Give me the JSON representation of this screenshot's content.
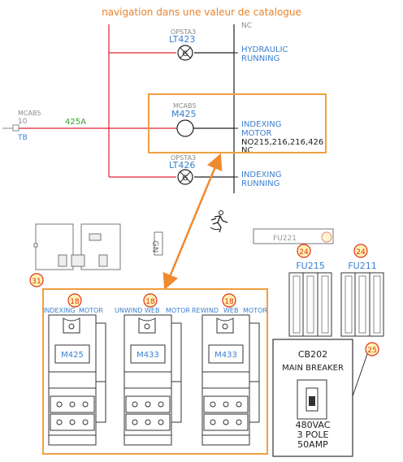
{
  "caption": "navigation dans une valeur de catalogue",
  "colors": {
    "caption": "#e8822a",
    "highlight": "#f0a040",
    "arrow": "#f08a30",
    "blue_text": "#3a7fd0",
    "red_wire": "#e02030",
    "green_text": "#3aa030",
    "balloon": "#e03020",
    "balloon_fill": "#fff3b0",
    "line": "#202020",
    "grey_text": "#8a8a8a"
  },
  "schematic": {
    "top_coil": {
      "tag_small": "OPSTA3",
      "tag": "LT423",
      "symbol": "G"
    },
    "top_right_label": "NC",
    "hydraulic_label_1": "HYDRAULIC",
    "hydraulic_label_2": "RUNNING",
    "left_ref_small": "MCAB5",
    "left_ref_num": "10",
    "left_ref_tb": "TB",
    "wire_label": "425A",
    "mid_coil": {
      "tag_small": "MCAB5",
      "tag": "M425"
    },
    "indexing_motor_1": "INDEXING",
    "indexing_motor_2": "MOTOR",
    "no_refs": "NO215,216,216,426",
    "nc_label": "NC",
    "bottom_coil": {
      "tag_small": "OPSTA3",
      "tag": "LT426",
      "symbol": "G"
    },
    "indexing_running_1": "INDEXING",
    "indexing_running_2": "RUNNING"
  },
  "panel": {
    "top_label_fu221": "FU221",
    "gnd_text": "GN",
    "balloon_31": "31",
    "contactors": [
      {
        "balloon": "18",
        "title_1": "INDEXING",
        "title_2": "MOTOR",
        "tag": "M425"
      },
      {
        "balloon": "18",
        "title_1": "UNWIND",
        "title_2": "WEB",
        "title_3": "MOTOR",
        "tag": "M433"
      },
      {
        "balloon": "18",
        "title_1": "REWIND",
        "title_2": "WEB",
        "title_3": "MOTOR",
        "tag": "M433"
      }
    ],
    "fuses": [
      {
        "balloon": "24",
        "label": "FU215"
      },
      {
        "balloon": "24",
        "label": "FU211"
      }
    ],
    "breaker": {
      "balloon": "25",
      "tag": "CB202",
      "title": "MAIN BREAKER",
      "rating_1": "480VAC",
      "rating_2": "3 POLE",
      "rating_3": "50AMP"
    }
  }
}
